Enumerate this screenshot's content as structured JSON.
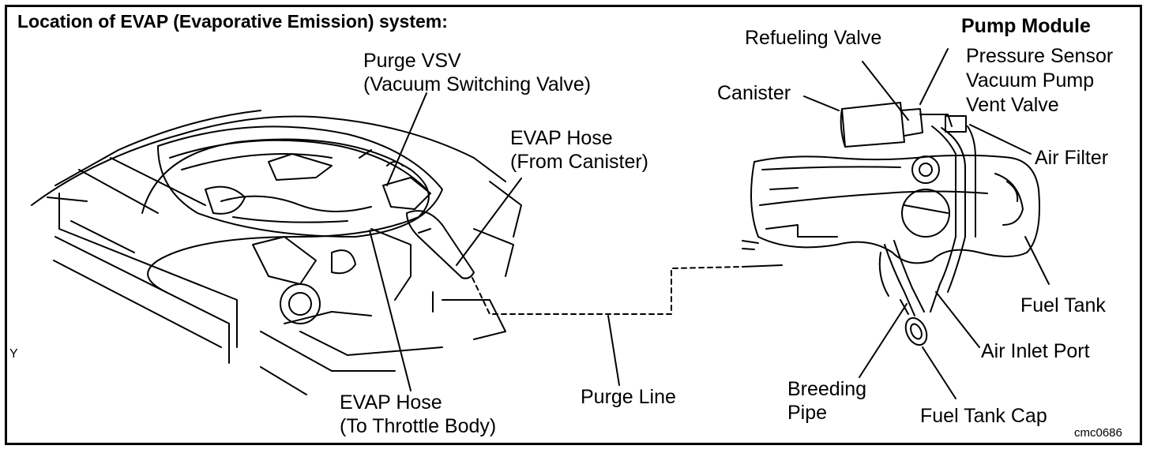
{
  "title": "Location of EVAP (Evaporative Emission) system:",
  "labels": {
    "purge_vsv_line1": "Purge VSV",
    "purge_vsv_line2": "(Vacuum Switching Valve)",
    "evap_hose_canister_line1": "EVAP Hose",
    "evap_hose_canister_line2": "(From Canister)",
    "evap_hose_throttle_line1": "EVAP Hose",
    "evap_hose_throttle_line2": "(To Throttle Body)",
    "purge_line": "Purge Line",
    "refueling_valve": "Refueling Valve",
    "pump_module": "Pump Module",
    "pressure_sensor": "Pressure Sensor",
    "vacuum_pump": "Vacuum Pump",
    "vent_valve": "Vent Valve",
    "canister": "Canister",
    "air_filter": "Air Filter",
    "fuel_tank": "Fuel Tank",
    "air_inlet_port": "Air Inlet Port",
    "breeding_line1": "Breeding",
    "breeding_line2": "Pipe",
    "fuel_tank_cap": "Fuel Tank Cap",
    "y_marker": "Y",
    "figure_code": "cmc0686"
  }
}
